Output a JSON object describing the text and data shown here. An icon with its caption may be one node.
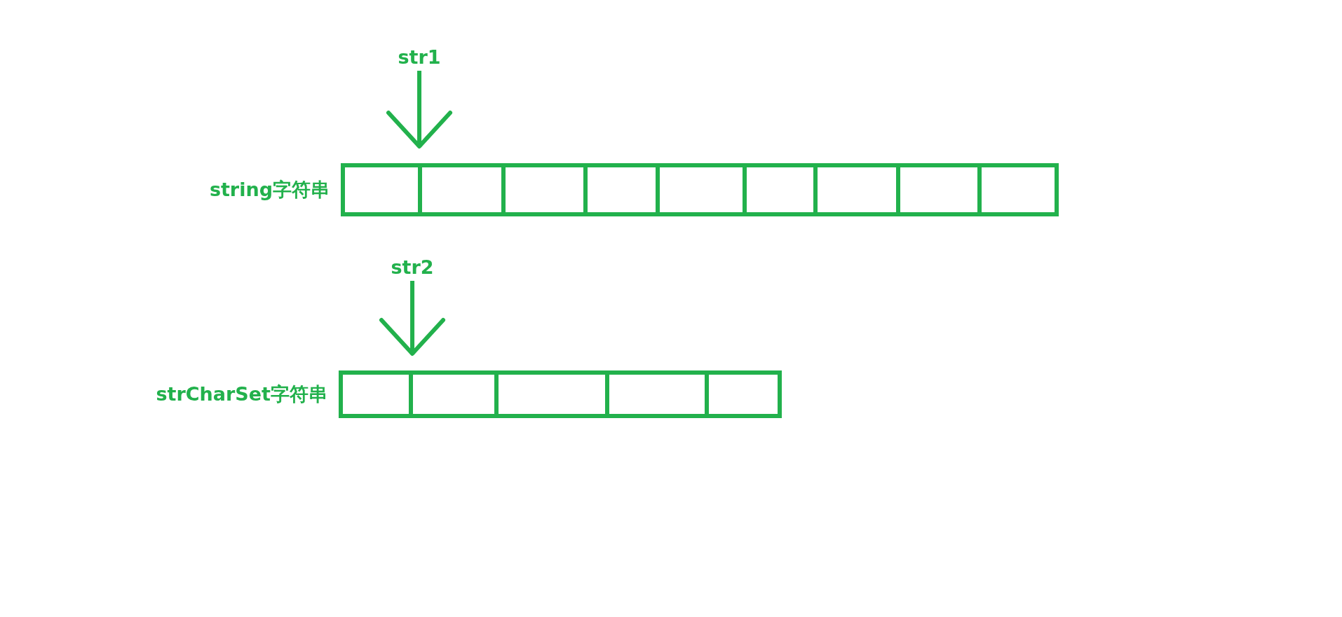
{
  "diagram": {
    "nodes": [
      {
        "text": [
          "str1"
        ]
      },
      {
        "text": [
          "string字符串"
        ]
      },
      {
        "text": [],
        "shape": "box",
        "in": 1
      },
      {
        "text": [],
        "shape": "box",
        "in": 1
      },
      {
        "text": [],
        "shape": "box",
        "in": 1
      },
      {
        "text": [],
        "shape": "box",
        "in": 1
      },
      {
        "text": [],
        "shape": "box",
        "in": 1
      },
      {
        "text": [],
        "shape": "box",
        "in": 1
      },
      {
        "text": [],
        "shape": "box",
        "in": 1
      },
      {
        "text": [],
        "shape": "box",
        "in": 1
      },
      {
        "text": [],
        "shape": "box",
        "in": 1
      },
      {
        "text": [
          "str2"
        ]
      },
      {
        "text": [
          "strCharSet字符串"
        ]
      },
      {
        "text": [],
        "shape": "box",
        "in": 12
      },
      {
        "text": [],
        "shape": "box",
        "in": 12
      },
      {
        "text": [],
        "shape": "box",
        "in": 12
      },
      {
        "text": [],
        "shape": "box",
        "in": 12
      },
      {
        "text": [],
        "shape": "box",
        "in": 12
      }
    ],
    "edges": [
      {
        "from": 0,
        "to": 1,
        "arrow": "to"
      },
      {
        "from": 11,
        "to": 12,
        "arrow": "to"
      }
    ]
  }
}
